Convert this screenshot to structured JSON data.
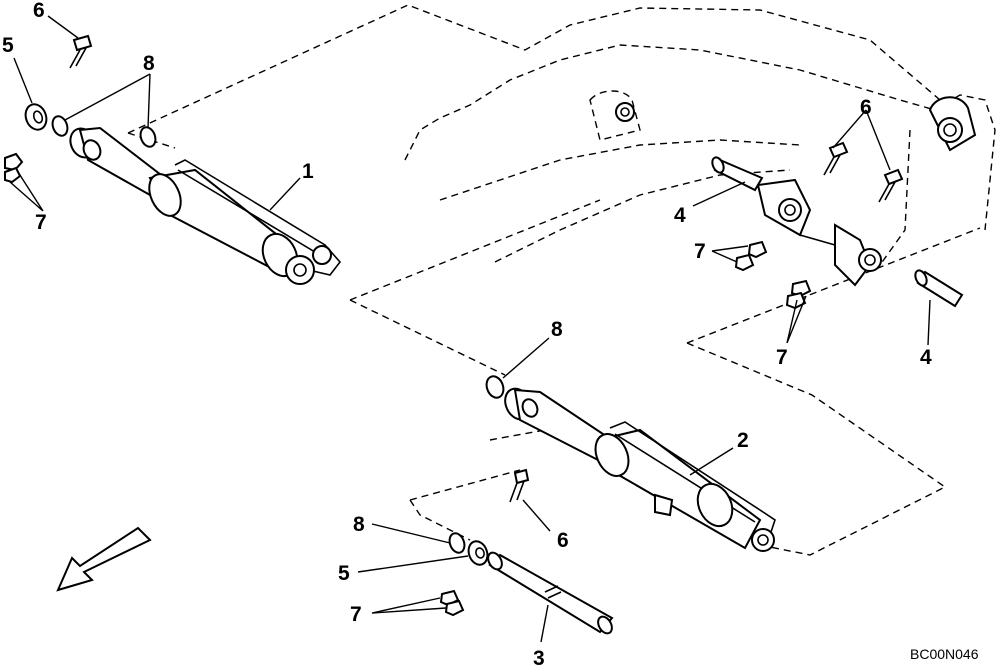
{
  "figure": {
    "reference_code": "BC00N046"
  },
  "callouts": {
    "c1": "1",
    "c2": "2",
    "c3": "3",
    "c4_a": "4",
    "c4_b": "4",
    "c5_a": "5",
    "c5_b": "5",
    "c6_a": "6",
    "c6_b": "6",
    "c6_c": "6",
    "c7_a": "7",
    "c7_b": "7",
    "c7_c": "7",
    "c7_d": "7",
    "c8_a": "8",
    "c8_b": "8",
    "c8_c": "8"
  }
}
